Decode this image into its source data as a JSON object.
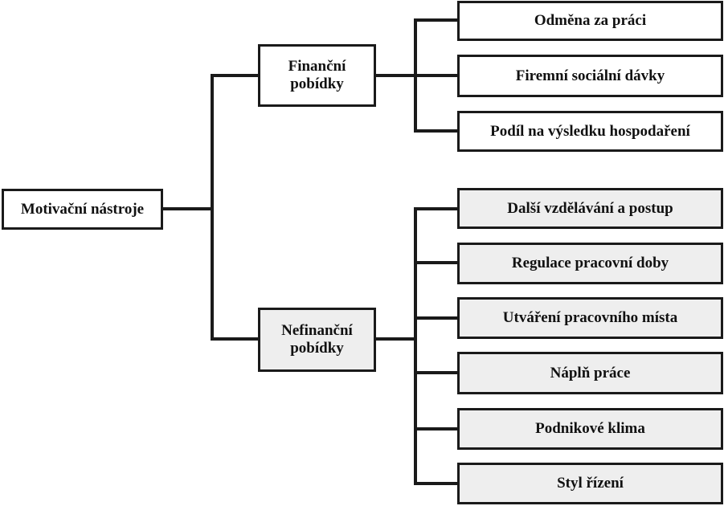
{
  "root": {
    "label": "Motivační nástroje"
  },
  "financial": {
    "label_line1": "Finanční",
    "label_line2": "pobídky",
    "items": [
      {
        "label": "Odměna za práci"
      },
      {
        "label": "Firemní sociální dávky"
      },
      {
        "label": "Podíl na výsledku hospodaření"
      }
    ]
  },
  "nonfinancial": {
    "label_line1": "Nefinanční",
    "label_line2": "pobídky",
    "items": [
      {
        "label": "Další vzdělávání a postup"
      },
      {
        "label": "Regulace pracovní doby"
      },
      {
        "label": "Utváření pracovního místa"
      },
      {
        "label": "Náplň práce"
      },
      {
        "label": "Podnikové klima"
      },
      {
        "label": "Styl řízení"
      }
    ]
  },
  "colors": {
    "line": "#1a1a1a",
    "nonfinancial_fill": "#eeeeee",
    "financial_fill": "#ffffff"
  }
}
